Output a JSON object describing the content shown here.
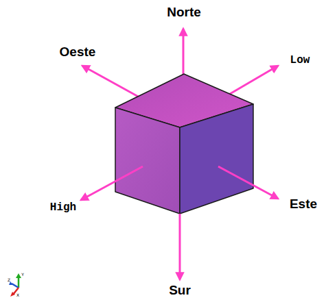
{
  "diagram": {
    "labels": [
      "Norte",
      "Oeste",
      "Low",
      "Este",
      "High",
      "Sur",
      "Y",
      "Z",
      "X"
    ]
  }
}
